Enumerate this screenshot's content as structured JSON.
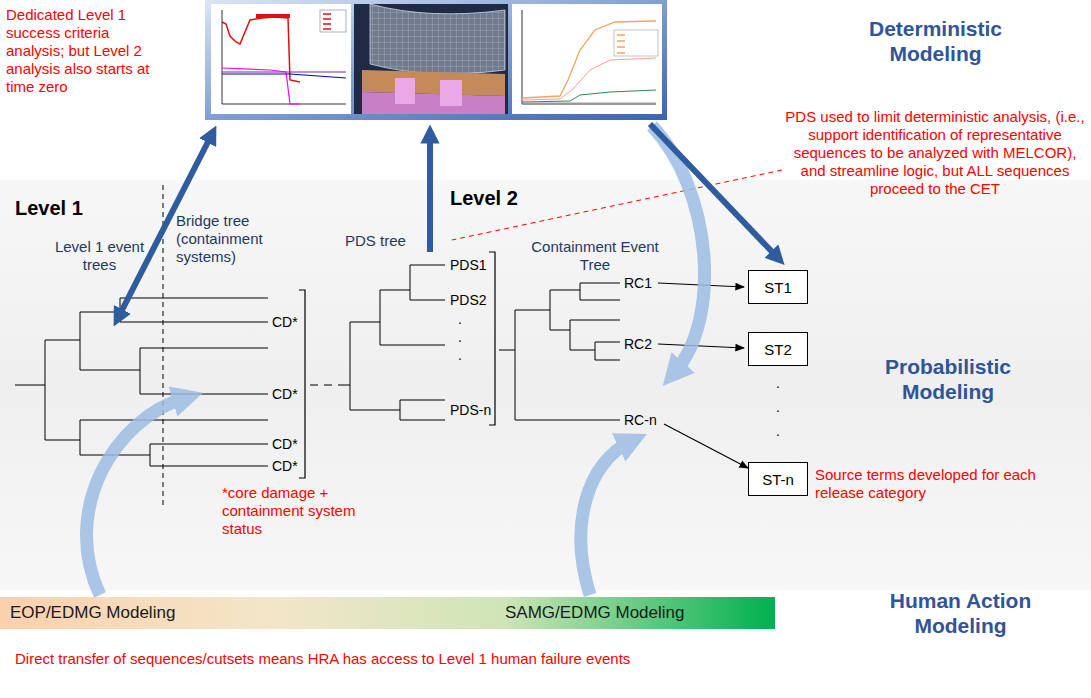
{
  "diagram": {
    "nodes": [
      {
        "text": [
          "ST1"
        ]
      },
      {
        "text": [
          "ST2"
        ]
      },
      {
        "text": [
          "ST-n"
        ]
      },
      {
        "text": [
          "EOP/EDMG Modeling",
          "SAMG/EDMG Modeling"
        ]
      }
    ],
    "labels": [
      "Dedicated Level 1 success criteria analysis; but Level 2 analysis also starts at time zero",
      "Deterministic Modeling",
      "Level 1",
      "Level 2",
      "PDS used to limit deterministic analysis, (i.e., support identification of representative sequences to be analyzed with MELCOR), and streamline logic, but ALL sequences proceed to the CET",
      "Level 1 event trees",
      "Bridge tree (containment systems)",
      "PDS tree",
      "Containment Event Tree",
      "CD*",
      "CD*",
      "CD*",
      "CD*",
      "PDS1",
      "PDS2",
      ".",
      ".",
      ".",
      "PDS-n",
      "RC1",
      "RC2",
      "RC-n",
      "Probabilistic Modeling",
      "*core damage + containment system status",
      ".",
      ".",
      ".",
      "Source terms developed for each release category",
      "Human Action Modeling",
      "Direct transfer of sequences/cutsets means HRA has access to Level 1 human failure events"
    ]
  }
}
